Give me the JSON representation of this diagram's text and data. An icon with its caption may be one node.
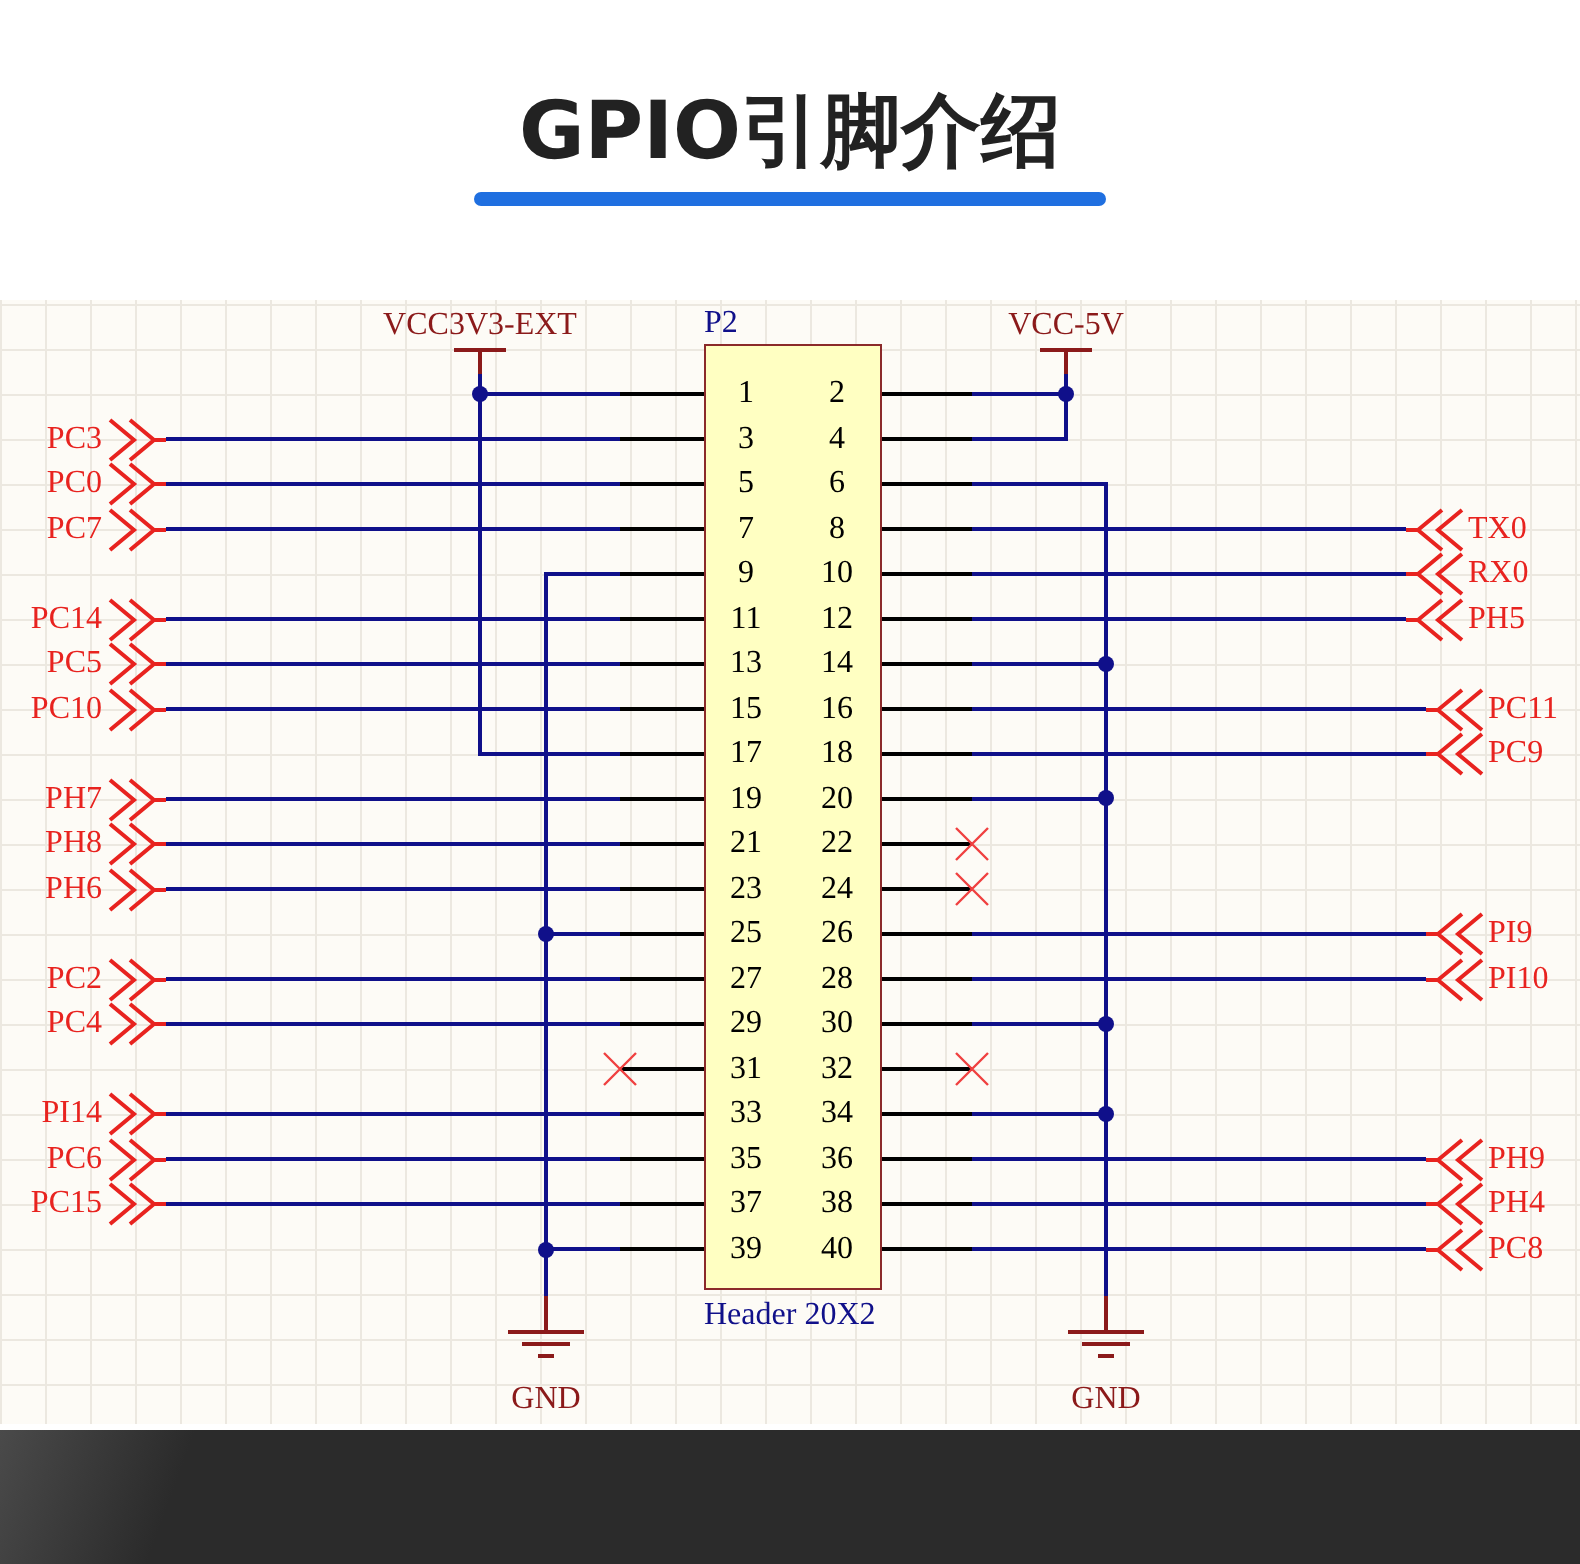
{
  "diagram": {
    "title": "GPIO引脚介绍",
    "nodes": [
      {
        "text": [
          "P2",
          "Header 20X2"
        ]
      },
      {
        "text": [
          "1"
        ],
        "in": 0
      },
      {
        "text": [
          "2"
        ],
        "in": 0
      },
      {
        "text": [
          "3"
        ],
        "in": 0
      },
      {
        "text": [
          "4"
        ],
        "in": 0
      },
      {
        "text": [
          "5"
        ],
        "in": 0
      },
      {
        "text": [
          "6"
        ],
        "in": 0
      },
      {
        "text": [
          "7"
        ],
        "in": 0
      },
      {
        "text": [
          "8"
        ],
        "in": 0
      },
      {
        "text": [
          "9"
        ],
        "in": 0
      },
      {
        "text": [
          "10"
        ],
        "in": 0
      },
      {
        "text": [
          "11"
        ],
        "in": 0
      },
      {
        "text": [
          "12"
        ],
        "in": 0
      },
      {
        "text": [
          "13"
        ],
        "in": 0
      },
      {
        "text": [
          "14"
        ],
        "in": 0
      },
      {
        "text": [
          "15"
        ],
        "in": 0
      },
      {
        "text": [
          "16"
        ],
        "in": 0
      },
      {
        "text": [
          "17"
        ],
        "in": 0
      },
      {
        "text": [
          "18"
        ],
        "in": 0
      },
      {
        "text": [
          "19"
        ],
        "in": 0
      },
      {
        "text": [
          "20"
        ],
        "in": 0
      },
      {
        "text": [
          "21"
        ],
        "in": 0
      },
      {
        "text": [
          "22"
        ],
        "in": 0
      },
      {
        "text": [
          "23"
        ],
        "in": 0
      },
      {
        "text": [
          "24"
        ],
        "in": 0
      },
      {
        "text": [
          "25"
        ],
        "in": 0
      },
      {
        "text": [
          "26"
        ],
        "in": 0
      },
      {
        "text": [
          "27"
        ],
        "in": 0
      },
      {
        "text": [
          "28"
        ],
        "in": 0
      },
      {
        "text": [
          "29"
        ],
        "in": 0
      },
      {
        "text": [
          "30"
        ],
        "in": 0
      },
      {
        "text": [
          "31"
        ],
        "in": 0
      },
      {
        "text": [
          "32"
        ],
        "in": 0
      },
      {
        "text": [
          "33"
        ],
        "in": 0
      },
      {
        "text": [
          "34"
        ],
        "in": 0
      },
      {
        "text": [
          "35"
        ],
        "in": 0
      },
      {
        "text": [
          "36"
        ],
        "in": 0
      },
      {
        "text": [
          "37"
        ],
        "in": 0
      },
      {
        "text": [
          "38"
        ],
        "in": 0
      },
      {
        "text": [
          "39"
        ],
        "in": 0
      },
      {
        "text": [
          "40"
        ],
        "in": 0
      },
      {
        "text": [
          "VCC3V3-EXT"
        ]
      },
      {
        "text": [
          "VCC-5V"
        ]
      },
      {
        "text": [
          "GND"
        ]
      },
      {
        "text": [
          "GND"
        ]
      },
      {
        "text": [
          "PC3"
        ]
      },
      {
        "text": [
          "PC0"
        ]
      },
      {
        "text": [
          "PC7"
        ]
      },
      {
        "text": [
          "PC14"
        ]
      },
      {
        "text": [
          "PC5"
        ]
      },
      {
        "text": [
          "PC10"
        ]
      },
      {
        "text": [
          "PH7"
        ]
      },
      {
        "text": [
          "PH8"
        ]
      },
      {
        "text": [
          "PH6"
        ]
      },
      {
        "text": [
          "PC2"
        ]
      },
      {
        "text": [
          "PC4"
        ]
      },
      {
        "text": [
          "PI14"
        ]
      },
      {
        "text": [
          "PC6"
        ]
      },
      {
        "text": [
          "PC15"
        ]
      },
      {
        "text": [
          "TX0"
        ]
      },
      {
        "text": [
          "RX0"
        ]
      },
      {
        "text": [
          "PH5"
        ]
      },
      {
        "text": [
          "PC11"
        ]
      },
      {
        "text": [
          "PC9"
        ]
      },
      {
        "text": [
          "PI9"
        ]
      },
      {
        "text": [
          "PI10"
        ]
      },
      {
        "text": [
          "PH9"
        ]
      },
      {
        "text": [
          "PH4"
        ]
      },
      {
        "text": [
          "PC8"
        ]
      }
    ],
    "edges": [
      {
        "from": 41,
        "to": 1,
        "arrow": "none"
      },
      {
        "from": 41,
        "to": 17,
        "arrow": "none"
      },
      {
        "from": 42,
        "to": 2,
        "arrow": "none"
      },
      {
        "from": 42,
        "to": 4,
        "arrow": "none"
      },
      {
        "from": 43,
        "to": 9,
        "arrow": "none"
      },
      {
        "from": 43,
        "to": 25,
        "arrow": "none"
      },
      {
        "from": 43,
        "to": 39,
        "arrow": "none"
      },
      {
        "from": 44,
        "to": 6,
        "arrow": "none"
      },
      {
        "from": 44,
        "to": 14,
        "arrow": "none"
      },
      {
        "from": 44,
        "to": 20,
        "arrow": "none"
      },
      {
        "from": 44,
        "to": 30,
        "arrow": "none"
      },
      {
        "from": 44,
        "to": 34,
        "arrow": "none"
      },
      {
        "from": 45,
        "to": 3,
        "arrow": "none"
      },
      {
        "from": 46,
        "to": 5,
        "arrow": "none"
      },
      {
        "from": 47,
        "to": 7,
        "arrow": "none"
      },
      {
        "from": 48,
        "to": 11,
        "arrow": "none"
      },
      {
        "from": 49,
        "to": 13,
        "arrow": "none"
      },
      {
        "from": 50,
        "to": 15,
        "arrow": "none"
      },
      {
        "from": 51,
        "to": 19,
        "arrow": "none"
      },
      {
        "from": 52,
        "to": 21,
        "arrow": "none"
      },
      {
        "from": 53,
        "to": 23,
        "arrow": "none"
      },
      {
        "from": 54,
        "to": 27,
        "arrow": "none"
      },
      {
        "from": 55,
        "to": 29,
        "arrow": "none"
      },
      {
        "from": 56,
        "to": 33,
        "arrow": "none"
      },
      {
        "from": 57,
        "to": 35,
        "arrow": "none"
      },
      {
        "from": 58,
        "to": 37,
        "arrow": "none"
      },
      {
        "from": 59,
        "to": 8,
        "arrow": "none"
      },
      {
        "from": 60,
        "to": 10,
        "arrow": "none"
      },
      {
        "from": 61,
        "to": 12,
        "arrow": "none"
      },
      {
        "from": 62,
        "to": 16,
        "arrow": "none"
      },
      {
        "from": 63,
        "to": 18,
        "arrow": "none"
      },
      {
        "from": 64,
        "to": 26,
        "arrow": "none"
      },
      {
        "from": 65,
        "to": 28,
        "arrow": "none"
      },
      {
        "from": 66,
        "to": 36,
        "arrow": "none"
      },
      {
        "from": 67,
        "to": 38,
        "arrow": "none"
      },
      {
        "from": 68,
        "to": 40,
        "arrow": "none"
      }
    ]
  }
}
